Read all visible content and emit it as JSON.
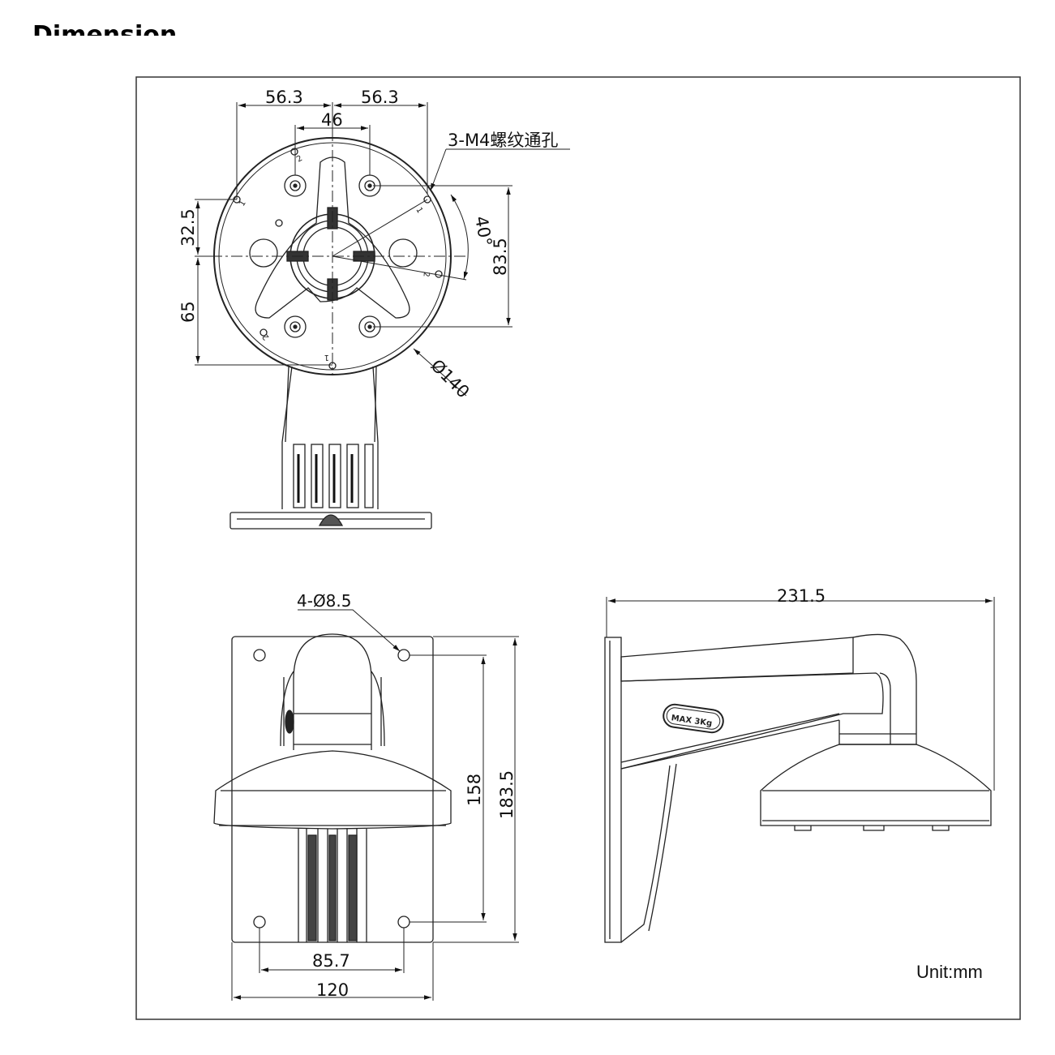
{
  "heading": "Dimension",
  "unit_label": "Unit:mm",
  "top_view": {
    "dim_left": "56.3",
    "dim_right": "56.3",
    "dim_center": "46",
    "thread_note": "3-M4螺纹通孔",
    "dim_upper": "32.5",
    "dim_lower": "65",
    "dim_height": "83.5",
    "dim_angle": "40°",
    "dim_diameter": "Ø140",
    "hole_marks": [
      "1",
      "2",
      "1",
      "2",
      "1",
      "2"
    ]
  },
  "front_view": {
    "hole_note": "4-Ø8.5",
    "dim_hole_spacing_v": "158",
    "dim_overall_height": "183.5",
    "dim_hole_spacing_h": "85.7",
    "dim_overall_width": "120"
  },
  "side_view": {
    "dim_overall_length": "231.5",
    "load_label": "MAX 3Kg"
  }
}
